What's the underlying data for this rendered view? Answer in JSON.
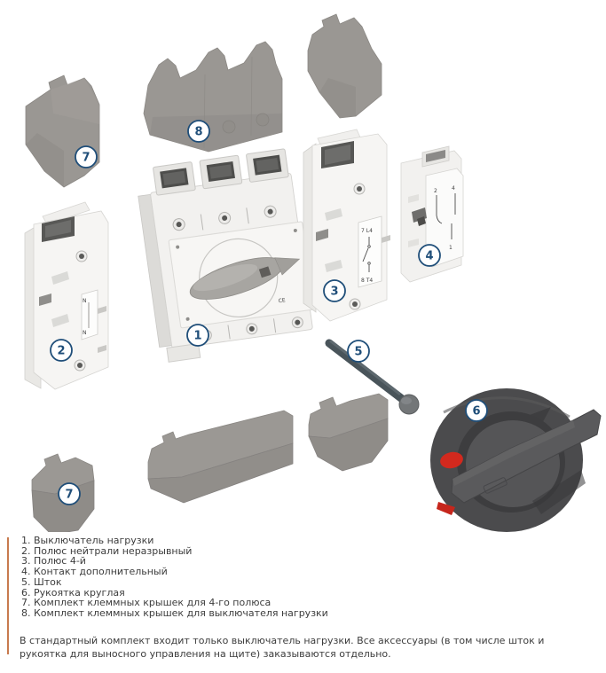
{
  "legend": {
    "items": [
      "1. Выключатель нагрузки",
      "2. Полюс нейтрали неразрывный",
      "3. Полюс 4-й",
      "4. Контакт дополнительный",
      "5. Шток",
      "6. Рукоятка круглая",
      "7. Комплект клеммных крышек для 4-го полюса",
      "8. Комплект клеммных крышек для выключателя нагрузки"
    ]
  },
  "note": "В стандартный комплект входит только выключатель нагрузки. Все аксессуары (в том числе шток и рукоятка для выносного управления на щите) заказываются отдельно.",
  "callouts": {
    "c1": "1",
    "c2": "2",
    "c3": "3",
    "c4": "4",
    "c5": "5",
    "c6": "6",
    "c7_top": "7",
    "c7_bottom": "7",
    "c8": "8"
  },
  "markings": {
    "pole4_top": "7 L4",
    "pole4_bottom": "8 T4",
    "aux_terminal_2": "2",
    "aux_terminal_4": "4",
    "aux_terminal_1": "1",
    "neutral_top": "N",
    "neutral_bottom": "N",
    "ce_mark": "CE"
  },
  "colors": {
    "accent_line": "#c87a4e",
    "callout_blue": "#1f4e79",
    "cover_gray": "#9a9793",
    "body_light": "#f3f2f0",
    "knob_dark": "#4b4b4d",
    "marker_red": "#d2291e",
    "shaft_dark": "#49545a",
    "text_gray": "#3c3c3c"
  }
}
